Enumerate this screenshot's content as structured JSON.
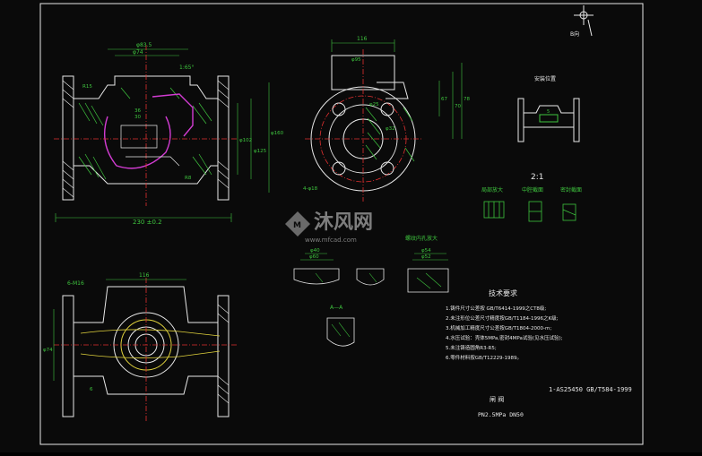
{
  "drawing": {
    "part_code": "1-AS25450 GB/T584-1999",
    "part_name": "闸 阀",
    "spec": "PN2.5MPa DN50",
    "view_direction": "B向",
    "ratio": "2:1",
    "install_position": "安装位置"
  },
  "dims": {
    "top_width": "116",
    "total_length": "230 ±0.2",
    "d_outer_top": "φ83.5",
    "d_inner_top": "φ74",
    "d125": "φ125",
    "d160": "φ160",
    "d102": "φ102",
    "d70": "φ70",
    "r15": "R15",
    "r8": "R8",
    "r40": "R40",
    "d95": "φ95",
    "d25": "φ25",
    "d32": "φ32",
    "bottom_width": "116",
    "bottom_hole": "6-M16",
    "bottom_d": "φ74",
    "angle": "1:65°",
    "n45": "4-φ18",
    "n60": "5",
    "n70": "70",
    "n67": "67",
    "n78": "78",
    "n30": "30",
    "n36": "36",
    "n6": "6"
  },
  "detail": {
    "label1": "局部放大",
    "label2": "中腔截面",
    "label3": "密封截面",
    "section_label": "A—A",
    "pos_label": "螺纹内孔放大",
    "d_a": "φ60",
    "d_b": "φ40",
    "d_c": "φ54",
    "d_d": "φ52"
  },
  "tech": {
    "title": "技术要求",
    "items": [
      "1.铸件尺寸公差按 GB/T6414-1999之CT8级;",
      "2.未注形位公差尺寸精度按GB/T1184-1996之K级;",
      "3.机械加工精度尺寸公差按GB/T1804-2000-m;",
      "4.水压试验：壳体5MPa,密封4MPa试验(见水压试验);",
      "5.未注铸造圆角R3-R5;",
      "6.零件材料按GB/T12229-1989。"
    ]
  },
  "watermark": {
    "brand": "沐风网",
    "url": "www.mfcad.com"
  }
}
